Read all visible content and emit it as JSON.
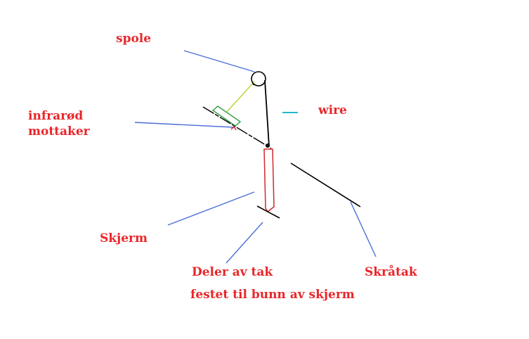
{
  "labels": {
    "spole": "spole",
    "infrared_line1": "infrarød",
    "infrared_line2": "mottaker",
    "wire": "wire",
    "skjerm": "Skjerm",
    "deler_av_tak": "Deler av tak",
    "festet": "festet til bunn av skjerm",
    "skratak": "Skråtak"
  },
  "colors": {
    "label_text": "#e8262a",
    "leader_lines": "#4a6fd6",
    "wire_legend": "#22b8cf",
    "infrared_beam": "#b5d334",
    "receiver": "#2e9a3e",
    "screen": "#d0282a",
    "structure": "#000000",
    "background": "#ffffff"
  }
}
